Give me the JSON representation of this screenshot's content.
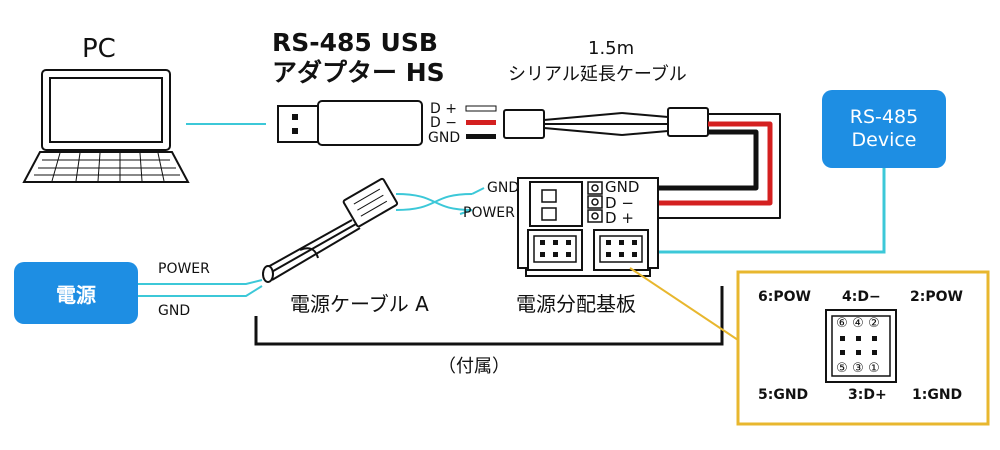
{
  "pc": {
    "label": "PC"
  },
  "adapter": {
    "title_line1": "RS-485 USB",
    "title_line2": "アダプター HS"
  },
  "extension_cable": {
    "length": "1.5m",
    "name": "シリアル延長ケーブル"
  },
  "adapter_signals": {
    "d_plus": "D +",
    "d_minus": "D −",
    "gnd": "GND"
  },
  "power_cable_labels": {
    "gnd": "GND",
    "power": "POWER"
  },
  "board_signals": {
    "gnd": "GND",
    "d_minus": "D −",
    "d_plus": "D +"
  },
  "rs485_device": {
    "line1": "RS-485",
    "line2": "Device"
  },
  "power_supply": {
    "label": "電源",
    "power": "POWER",
    "gnd": "GND"
  },
  "power_cable": {
    "name": "電源ケーブル A"
  },
  "distribution_board": {
    "name": "電源分配基板"
  },
  "bundled": {
    "label": "（付属）"
  },
  "pinout": {
    "pin6": "6:POW",
    "pin4": "4:D−",
    "pin2": "2:POW",
    "pin5": "5:GND",
    "pin3": "3:D+",
    "pin1": "1:GND",
    "circled": [
      "⑥",
      "④",
      "②",
      "⑤",
      "③",
      "①"
    ]
  },
  "colors": {
    "accent_blue": "#1e8ee3",
    "cyan_line": "#3cc8d8",
    "wire_red": "#d42020",
    "wire_black": "#111111",
    "callout_yellow": "#e8b72e"
  }
}
